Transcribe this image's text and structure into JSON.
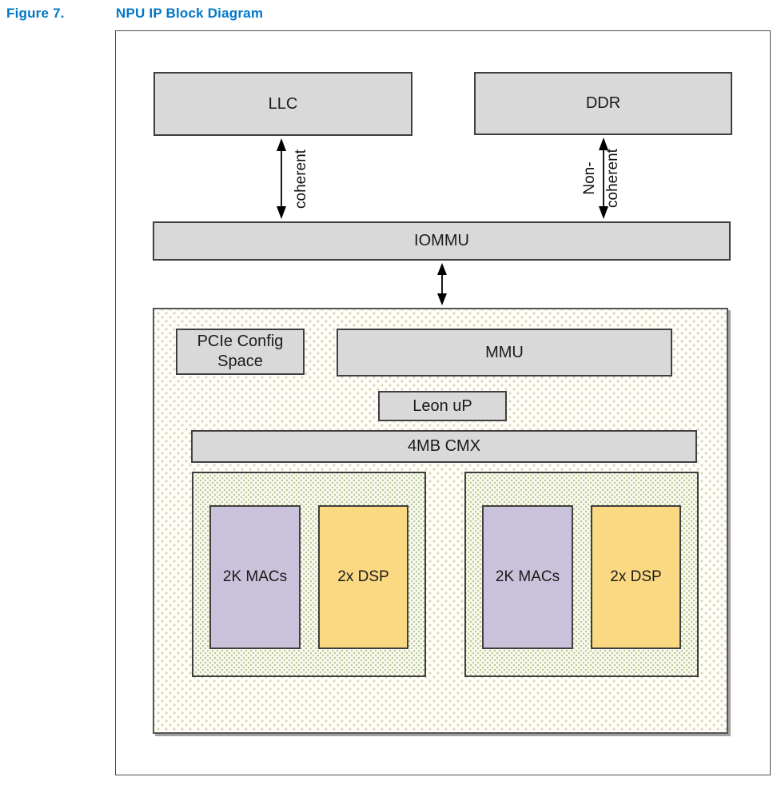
{
  "figure": {
    "label": "Figure 7.",
    "title": "NPU IP Block Diagram"
  },
  "blocks": {
    "llc": "LLC",
    "ddr": "DDR",
    "iommu": "IOMMU",
    "pcie": "PCIe Config Space",
    "mmu": "MMU",
    "leon": "Leon uP",
    "cmx": "4MB CMX"
  },
  "links": {
    "coherent": "coherent",
    "non_line1": "Non-",
    "non_line2": "coherent"
  },
  "clusters": [
    {
      "mac": "2K MACs",
      "dsp": "2x DSP"
    },
    {
      "mac": "2K MACs",
      "dsp": "2x DSP"
    }
  ],
  "colors": {
    "caption_blue": "#0077c8",
    "block_gray": "#d9d9d9",
    "mac_purple": "#c9c2da",
    "dsp_yellow": "#fbd983",
    "npu_dot_tan": "#d8cda5",
    "cluster_dot_green": "#aab878"
  }
}
